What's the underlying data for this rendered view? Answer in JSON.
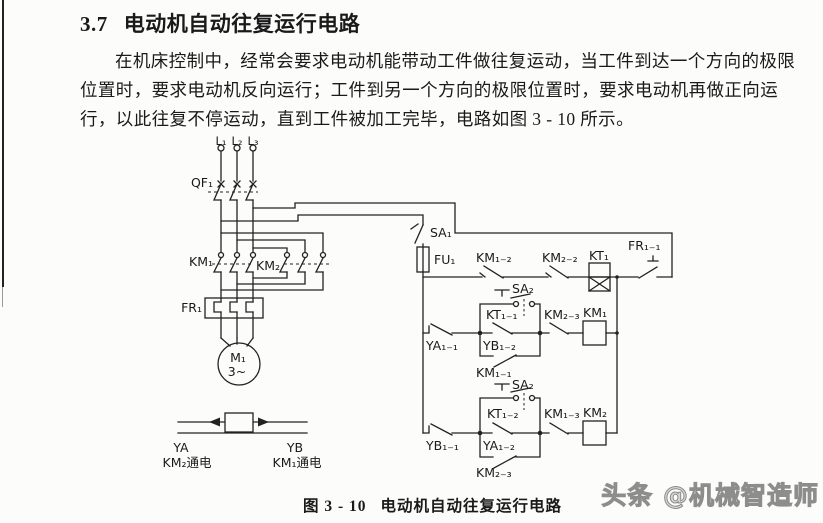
{
  "page": {
    "section_number": "3.7",
    "section_title": "电动机自动往复运行电路",
    "paragraph_lines": [
      "在机床控制中，经常会要求电动机能带动工件做往复运动，当工件到达一个方向的极限",
      "位置时，要求电动机反向运行；工件到另一个方向的极限位置时，要求电动机再做正向运",
      "行，以此往复不停运动，直到工件被加工完毕，电路如图 3 - 10 所示。"
    ],
    "caption_number": "图 3 - 10",
    "caption_title": "电动机自动往复运行电路",
    "watermark": "头条 @机械智造师"
  },
  "diagram": {
    "labels": {
      "l1": "L₁",
      "l2": "L₂",
      "l3": "L₃",
      "qf1": "QF₁",
      "km1_main": "KM₁",
      "km2_main": "KM₂",
      "fr1": "FR₁",
      "motor_name": "M₁",
      "motor_phase": "3~",
      "ya": "YA",
      "ya_note": "KM₂通电",
      "yb": "YB",
      "yb_note": "KM₁通电",
      "sa1": "SA₁",
      "fu1": "FU₁",
      "km1_2": "KM₁₋₂",
      "km2_2": "KM₂₋₂",
      "kt1": "KT₁",
      "fr1_1": "FR₁₋₁",
      "ya1_1": "YA₁₋₁",
      "sa2_a": "SA₂",
      "kt1_1": "KT₁₋₁",
      "yb1_2": "YB₁₋₂",
      "km1_1": "KM₁₋₁",
      "km2_3a": "KM₂₋₃",
      "km1_coil": "KM₁",
      "yb1_1": "YB₁₋₁",
      "sa2_b": "SA₂",
      "kt1_2": "KT₁₋₂",
      "ya1_2": "YA₁₋₂",
      "km2_3b": "KM₂₋₃",
      "km1_3": "KM₁₋₃",
      "km2_coil": "KM₂"
    }
  }
}
